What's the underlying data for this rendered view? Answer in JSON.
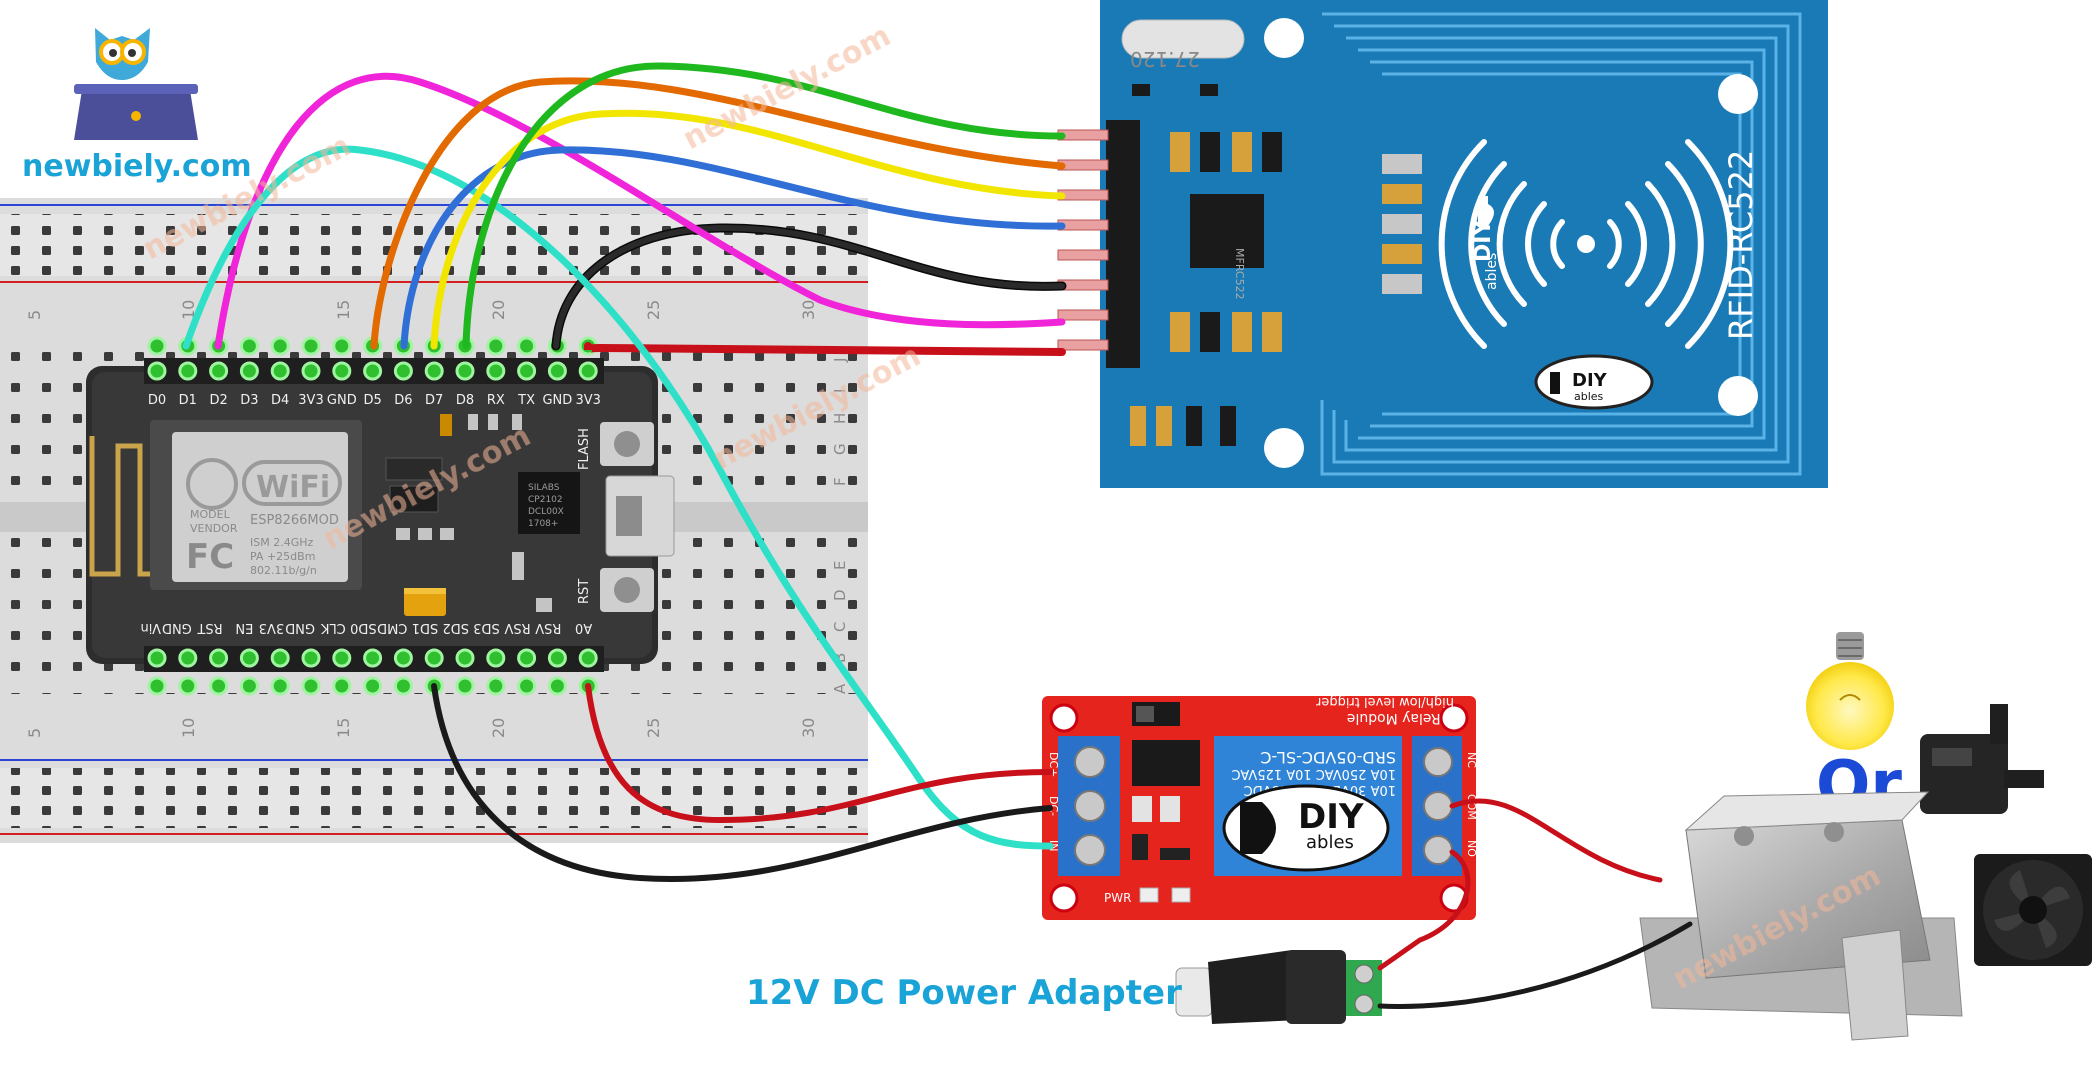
{
  "brand": {
    "site": "newbiely.com",
    "watermark": "newbiely.com",
    "logo_text": "DIY",
    "logo_sub": "ables"
  },
  "breadboard": {
    "col_numbers": [
      "5",
      "10",
      "15",
      "20",
      "25",
      "30"
    ],
    "row_letters_top": [
      "J",
      "I",
      "H",
      "G",
      "F"
    ],
    "row_letters_bottom": [
      "E",
      "D",
      "C",
      "B",
      "A"
    ]
  },
  "nodemcu": {
    "top_pins": [
      "D0",
      "D1",
      "D2",
      "D3",
      "D4",
      "3V3",
      "GND",
      "D5",
      "D6",
      "D7",
      "D8",
      "RX",
      "TX",
      "GND",
      "3V3"
    ],
    "bottom_pins": [
      "A0",
      "RSV",
      "RSV",
      "SD3",
      "SD2",
      "SD1",
      "CMD",
      "SD0",
      "CLK",
      "GND",
      "3V3",
      "EN",
      "RST",
      "GND",
      "Vin"
    ],
    "wifi_label": "WiFi",
    "module_lines": [
      "MODEL",
      "VENDOR",
      "ESP8266MOD",
      "ISM 2.4GHz",
      "PA +25dBm",
      "802.11b/g/n"
    ],
    "fc_label": "FC",
    "chip_lines": [
      "SILABS",
      "CP2102",
      "DCL00X",
      "1708+"
    ],
    "flash_label": "FLASH",
    "rst_label": "RST"
  },
  "rfid": {
    "label": "RFID-RC522",
    "chip_label": "MFRC522",
    "crystal_label": "27.120"
  },
  "relay": {
    "title_line1": "1 Relay Module",
    "title_line2": "high/low level trigger",
    "relay_lines": [
      "SRD-05VDC-SL-C",
      "10A 250VAC 10A 125VAC",
      "10A 30VDC 10A 28VDC"
    ],
    "left_pins": [
      "DC+",
      "DC-",
      "IN"
    ],
    "right_pins": [
      "NC",
      "COM",
      "NO"
    ],
    "pwr_label": "PWR"
  },
  "labels": {
    "power_adapter": "12V DC Power Adapter",
    "or": "Or"
  },
  "colors": {
    "wire_green": "#1fb81f",
    "wire_orange": "#e26a00",
    "wire_yellow": "#f2e600",
    "wire_blue": "#2f6fd6",
    "wire_black": "#1a1a1a",
    "wire_magenta": "#f024d8",
    "wire_red": "#c8101a",
    "wire_cyan": "#2fe0c8",
    "rfid_board": "#1a7ab5",
    "relay_board": "#e4241d",
    "accent_blue": "#1aa3d6"
  }
}
